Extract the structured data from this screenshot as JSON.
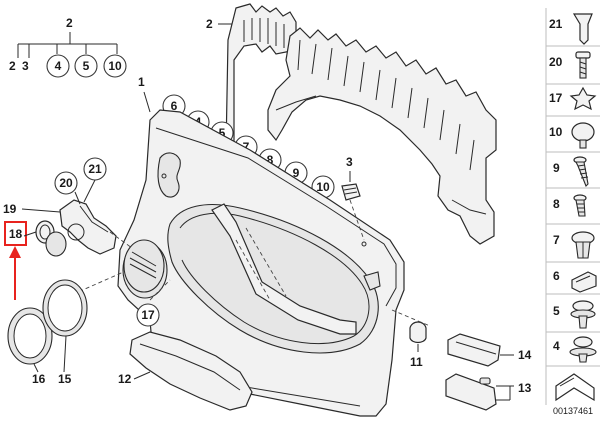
{
  "callouts": {
    "c2_top": "2",
    "c2_a": "2",
    "c3_a": "3",
    "c4_a": "4",
    "c5_a": "5",
    "c10_a": "10",
    "c1": "1",
    "c2_right": "2",
    "c6": "6",
    "c4_b": "4",
    "c5_b": "5",
    "c7": "7",
    "c8": "8",
    "c9": "9",
    "c10_b": "10",
    "c3_b": "3",
    "c21": "21",
    "c20": "20",
    "c19": "19",
    "c18": "18",
    "c17": "17",
    "c16": "16",
    "c15": "15",
    "c12": "12",
    "c11": "11",
    "c14": "14",
    "c13": "13"
  },
  "sidebar": {
    "items": [
      "21",
      "20",
      "17",
      "10",
      "9",
      "8",
      "7",
      "6",
      "5",
      "4"
    ]
  },
  "reference_code": "00137461",
  "colors": {
    "highlight": "#e8231e",
    "line": "#2a2a2a"
  }
}
